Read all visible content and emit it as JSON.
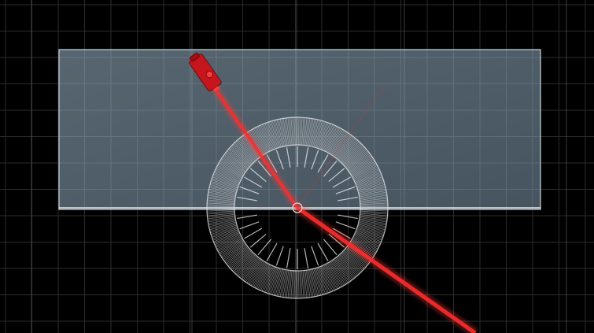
{
  "simulation": {
    "medium_block": "glass-block",
    "incident_side": "glass",
    "transmitted_side": "air",
    "laser": {
      "on": true,
      "beam_color": "#ff2a2a",
      "body_color": "#c4161c",
      "icon": "laser-pointer-icon"
    },
    "protractor": {
      "visible": true,
      "icon": "protractor-icon"
    },
    "grid": {
      "visible": true
    },
    "colors": {
      "background": "#000000",
      "grid": "#2b2b2b",
      "grid_major": "#6a6a6a",
      "block": "#8fa9bd",
      "interface": "#e6e6e6",
      "beam": "#ff2a2a"
    }
  }
}
